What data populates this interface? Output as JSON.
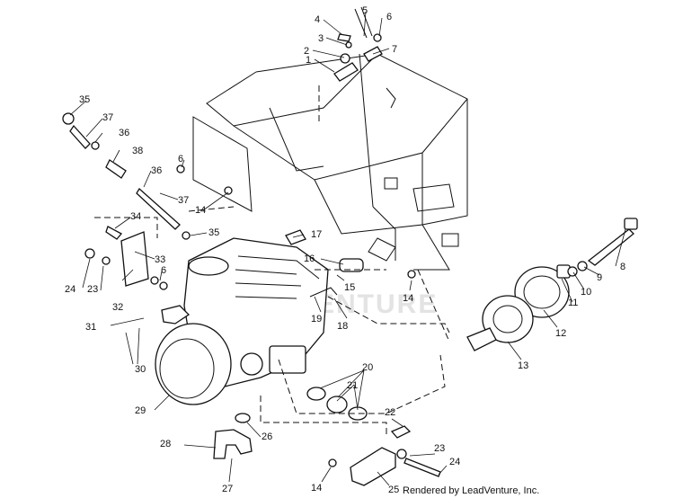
{
  "diagram": {
    "credit": "Rendered by LeadVenture, Inc.",
    "watermark": "VENTURE",
    "watermark_logo": "LV",
    "callouts": {
      "c1": "1",
      "c2": "2",
      "c3": "3",
      "c4": "4",
      "c5": "5",
      "c6": "6",
      "c7": "7",
      "c8": "8",
      "c9": "9",
      "c10": "10",
      "c11": "11",
      "c12": "12",
      "c13": "13",
      "c14a": "14",
      "c14b": "14",
      "c14c": "14",
      "c15": "15",
      "c16": "16",
      "c17": "17",
      "c18": "18",
      "c19": "19",
      "c20": "20",
      "c21": "21",
      "c22": "22",
      "c23a": "23",
      "c23b": "23",
      "c24a": "24",
      "c24b": "24",
      "c25": "25",
      "c26": "26",
      "c27": "27",
      "c28": "28",
      "c29": "29",
      "c30": "30",
      "c31": "31",
      "c32": "32",
      "c33": "33",
      "c34": "34",
      "c35a": "35",
      "c35b": "35",
      "c36a": "36",
      "c36b": "36",
      "c37a": "37",
      "c37b": "37",
      "c38": "38",
      "c6b": "6",
      "c6c": "6"
    }
  }
}
